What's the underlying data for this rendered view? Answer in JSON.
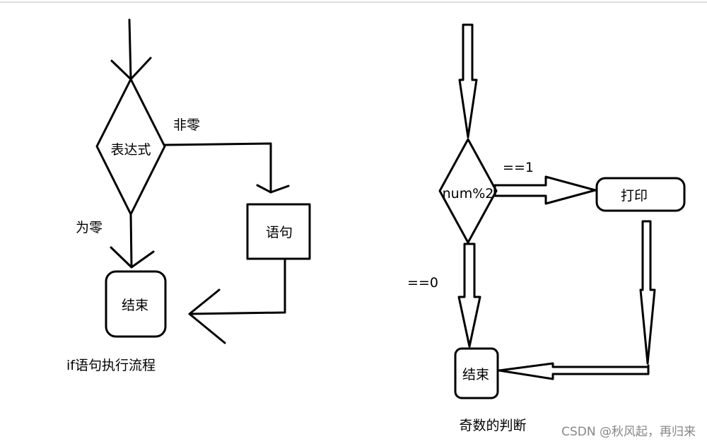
{
  "left_flow": {
    "decision_label": "表达式",
    "nonzero_label": "非零",
    "zero_label": "为零",
    "statement_label": "语句",
    "end_label": "结束",
    "caption": "if语句执行流程"
  },
  "right_flow": {
    "decision_label": "num%2",
    "eq1_label": "==1",
    "eq0_label": "==0",
    "print_label": "打印",
    "end_label": "结束",
    "caption": "奇数的判断"
  },
  "watermark": "CSDN @秋风起，再归来"
}
